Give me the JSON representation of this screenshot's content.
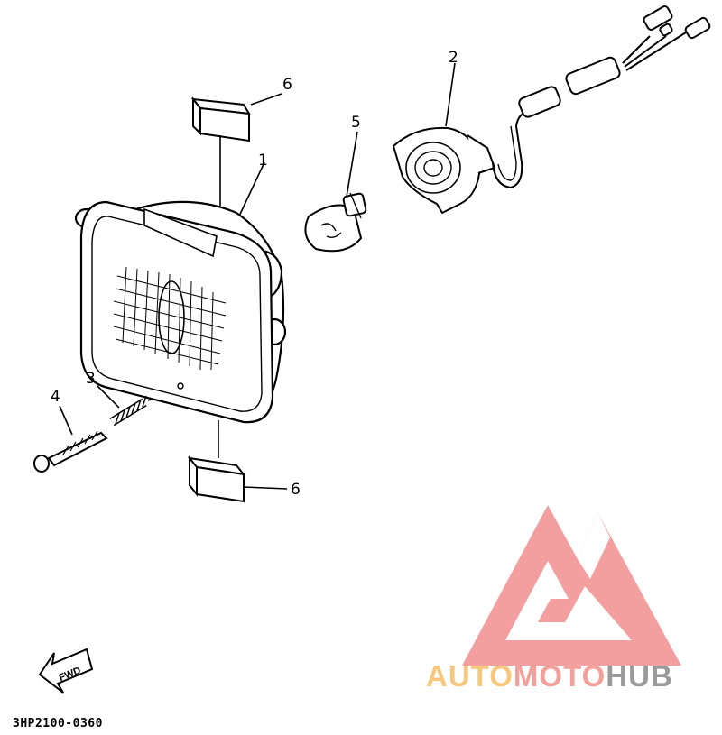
{
  "callouts": {
    "c1": "1",
    "c2": "2",
    "c3": "3",
    "c4": "4",
    "c5": "5",
    "c6_top": "6",
    "c6_bottom": "6"
  },
  "fwd_label": "FWD",
  "part_code": "3HP2100-0360",
  "watermark": {
    "brand_part1": "AUTO",
    "brand_part2": "MOTO",
    "brand_part3": "HUB",
    "color_part1": "#f6c77c",
    "color_part2": "#f2a09a",
    "color_part3": "#9a9a9a",
    "logo_color": "#f08080"
  }
}
